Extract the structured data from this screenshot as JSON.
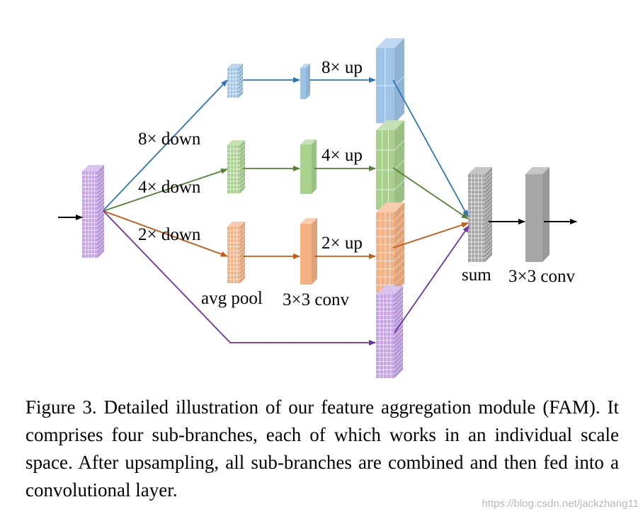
{
  "labels": {
    "down8": "8× down",
    "down4": "4× down",
    "down2": "2× down",
    "up8": "8× up",
    "up4": "4× up",
    "up2": "2× up",
    "avg_pool": "avg pool",
    "conv_branch": "3×3 conv",
    "sum": "sum",
    "conv_out": "3×3 conv"
  },
  "caption": "Figure 3. Detailed illustration of our feature aggregation module (FAM). It comprises four sub-branches, each of which works in an individual scale space. After upsampling, all sub-branches are combined and then fed into a convolutional layer.",
  "watermark": "https://blog.csdn.net/jackzhang11",
  "colors": {
    "blue_branch": "#2e75b6",
    "green_branch": "#548235",
    "orange_branch": "#c55a11",
    "purple_branch": "#7030a0",
    "blue_block": "#9dc3e6",
    "green_block": "#a9d18e",
    "orange_block": "#f4b183",
    "purple_block": "#c5a3e6",
    "gray_block": "#a6a6a6"
  }
}
